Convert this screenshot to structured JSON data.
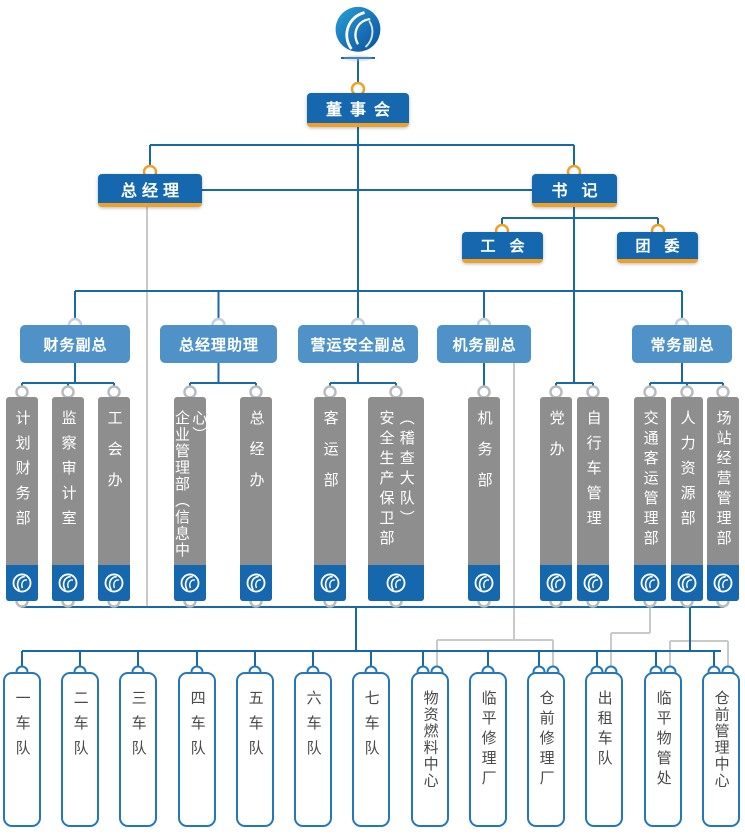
{
  "org": {
    "board": {
      "label": "董事会"
    },
    "general_manager": {
      "label": "总经理"
    },
    "secretary": {
      "label": "书记"
    },
    "secretary_children": [
      {
        "label": "工会"
      },
      {
        "label": "团委"
      }
    ],
    "vice_presidents": [
      {
        "label": "财务副总"
      },
      {
        "label": "总经理助理"
      },
      {
        "label": "营运安全副总"
      },
      {
        "label": "机务副总"
      },
      {
        "label": "常务副总"
      }
    ],
    "departments": [
      {
        "label": "计划财务部"
      },
      {
        "label": "监察审计室"
      },
      {
        "label": "工会办"
      },
      {
        "label": "企业管理部（信息中心）"
      },
      {
        "label": "总经办"
      },
      {
        "label": "客运部"
      },
      {
        "label": "安全生产保卫部",
        "label2": "（稽查大队）"
      },
      {
        "label": "机务部"
      },
      {
        "label": "党办"
      },
      {
        "label": "自行车管理"
      },
      {
        "label": "交通客运管理部"
      },
      {
        "label": "人力资源部"
      },
      {
        "label": "场站经营管理部"
      }
    ],
    "bottom_units": [
      {
        "label": "一车队"
      },
      {
        "label": "二车队"
      },
      {
        "label": "三车队"
      },
      {
        "label": "四车队"
      },
      {
        "label": "五车队"
      },
      {
        "label": "六车队"
      },
      {
        "label": "七车队"
      },
      {
        "label": "物资燃料中心"
      },
      {
        "label": "临平修理厂"
      },
      {
        "label": "仓前修理厂"
      },
      {
        "label": "出租车队"
      },
      {
        "label": "临平物管处"
      },
      {
        "label": "仓前管理中心"
      }
    ]
  },
  "icons": {
    "header_logo": "company-swirl-logo",
    "department_footer_logo": "company-swirl-logo-small"
  },
  "colors": {
    "primary_blue": "#1568ae",
    "line_blue": "#1769a8",
    "vp_blue": "#4e92c7",
    "dept_gray": "#8e8e8e",
    "accent_orange": "#f2a024",
    "line_gray": "#c9c9c9",
    "bottom_border_blue": "#2477bb",
    "bottom_text": "#4a4a4a"
  }
}
